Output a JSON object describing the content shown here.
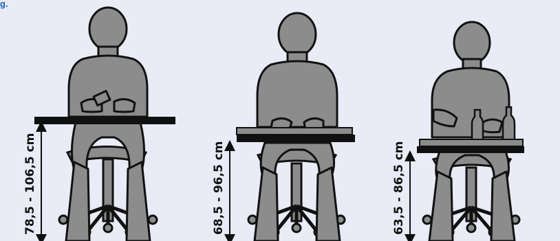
{
  "corner_mark": "g.",
  "figures": [
    {
      "id": "standing-tall",
      "height_label": "78,5 - 106,5 cm"
    },
    {
      "id": "standing-mid",
      "height_label": "68,5 - 96,5 cm"
    },
    {
      "id": "seated-low",
      "height_label": "63,5 - 86,5 cm"
    }
  ],
  "colors": {
    "background": "#e9ebf6",
    "figure_fill": "#8c8c8c",
    "outline": "#111111",
    "corner_mark": "#1b5fb3"
  }
}
